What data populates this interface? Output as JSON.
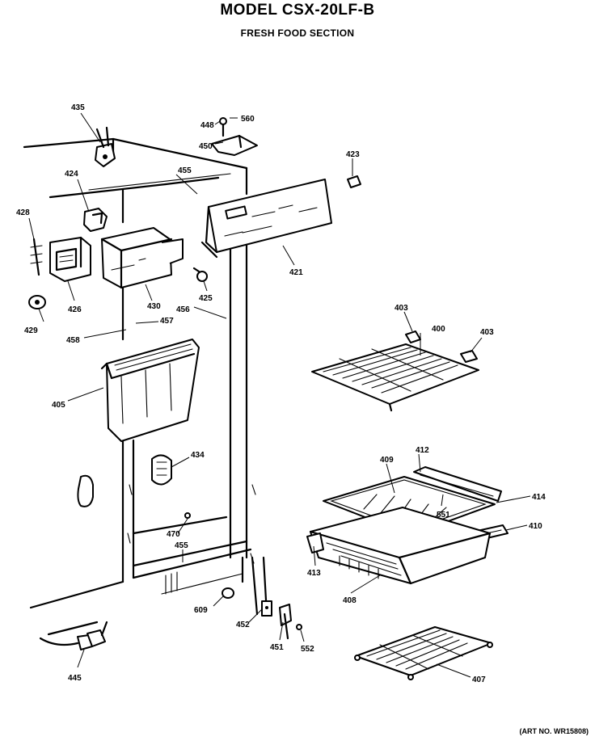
{
  "title": "MODEL CSX-20LF-B",
  "subtitle": "FRESH FOOD SECTION",
  "art_number": "(ART NO. WR15808)",
  "colors": {
    "ink": "#000000",
    "paper": "#ffffff"
  },
  "part_numbers": {
    "p435": "435",
    "p448": "448",
    "p560": "560",
    "p450": "450",
    "p423": "423",
    "p424": "424",
    "p455a": "455",
    "p428a": "428",
    "p426": "426",
    "p430": "430",
    "p425": "425",
    "p421": "421",
    "p429": "429",
    "p456": "456",
    "p458": "458",
    "p457": "457",
    "p403a": "403",
    "p400": "400",
    "p403b": "403",
    "p405": "405",
    "p434": "434",
    "p409": "409",
    "p412": "412",
    "p414": "414",
    "p551": "551",
    "p410": "410",
    "p470": "470",
    "p455b": "455",
    "p413": "413",
    "p408": "408",
    "p609": "609",
    "p452": "452",
    "p451": "451",
    "p552": "552",
    "p445": "445",
    "p407": "407"
  }
}
